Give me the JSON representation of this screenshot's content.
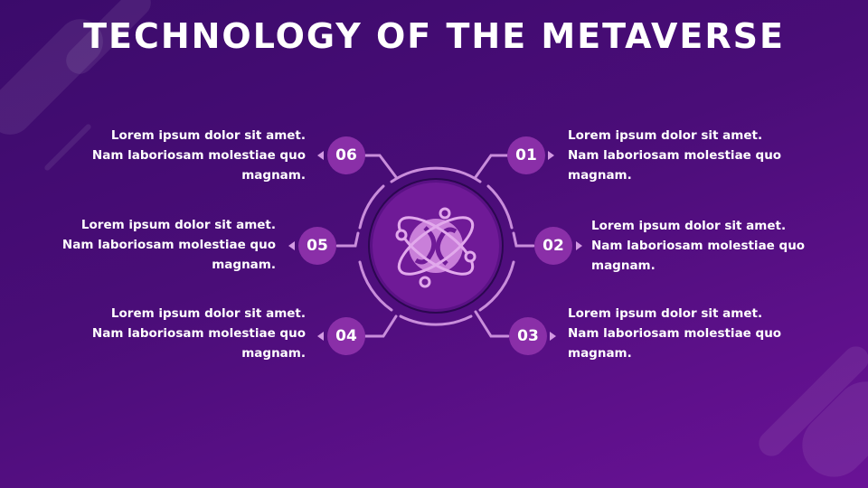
{
  "title": "TECHNOLOGY OF THE METAVERSE",
  "colors": {
    "accent": "#8a2fa8",
    "line": "#c98ddb",
    "background": "#4a0d78"
  },
  "center_icon": "atom-planet-icon",
  "items": [
    {
      "number": "01",
      "text": "Lorem ipsum dolor sit amet. Nam laboriosam molestiae quo magnam."
    },
    {
      "number": "02",
      "text": "Lorem ipsum dolor sit amet. Nam laboriosam molestiae quo magnam."
    },
    {
      "number": "03",
      "text": "Lorem ipsum dolor sit amet. Nam laboriosam molestiae quo magnam."
    },
    {
      "number": "04",
      "text": "Lorem ipsum dolor sit amet. Nam laboriosam molestiae quo magnam."
    },
    {
      "number": "05",
      "text": "Lorem ipsum dolor sit amet. Nam laboriosam molestiae quo magnam."
    },
    {
      "number": "06",
      "text": "Lorem ipsum dolor sit amet. Nam laboriosam molestiae quo magnam."
    }
  ]
}
